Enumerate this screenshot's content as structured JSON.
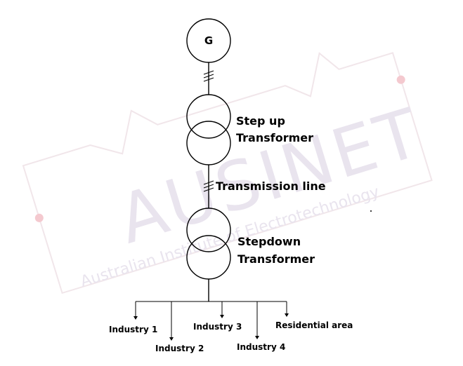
{
  "watermark": {
    "brand": "AUSINET",
    "tagline": "Australian Institute of Electrotechnology"
  },
  "generator": {
    "label": "G"
  },
  "step_up": {
    "line1": "Step up",
    "line2": "Transformer"
  },
  "transmission": {
    "label": "Transmission line"
  },
  "step_down": {
    "line1": "Stepdown",
    "line2": "Transformer"
  },
  "loads": [
    {
      "label": "Industry 1"
    },
    {
      "label": "Industry 2"
    },
    {
      "label": "Industry 3"
    },
    {
      "label": "Industry 4"
    },
    {
      "label": "Residential area"
    }
  ],
  "colors": {
    "line": "#000000",
    "watermark_text": "#e9e4ee",
    "watermark_accent": "#f4c9cf"
  }
}
